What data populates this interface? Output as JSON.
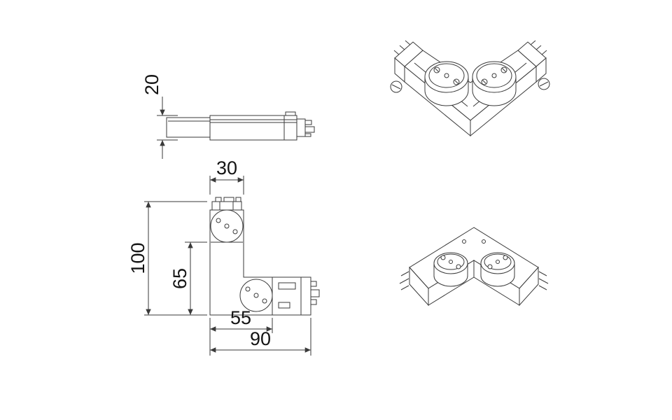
{
  "colors": {
    "background": "#ffffff",
    "line": "#3a3a3a",
    "text": "#141414"
  },
  "dimensions": {
    "side_view_height": "20",
    "plan_arm_width": "30",
    "plan_total_height": "100",
    "plan_partial_height": "65",
    "plan_partial_width": "55",
    "plan_total_width": "90"
  }
}
